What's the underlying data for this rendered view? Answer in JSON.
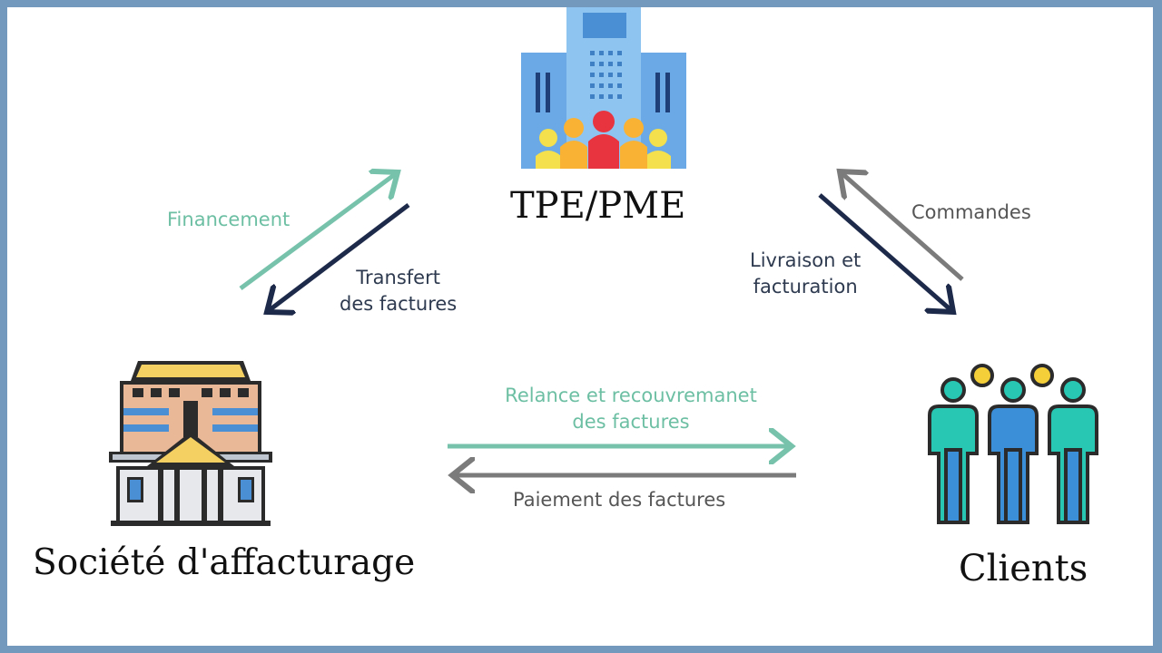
{
  "nodes": {
    "sme": {
      "label": "TPE/PME"
    },
    "factor": {
      "label": "Société d'affacturage"
    },
    "clients": {
      "label": "Clients"
    }
  },
  "flows": {
    "financing": {
      "label": "Financement",
      "color": "#76c2ab"
    },
    "invoice_transfer": {
      "line1": "Transfert",
      "line2": "des factures",
      "color": "#1e2a4a"
    },
    "orders": {
      "label": "Commandes",
      "color": "#7b7b7b"
    },
    "delivery": {
      "line1": "Livraison et",
      "line2": "facturation",
      "color": "#1e2a4a"
    },
    "collection": {
      "line1": "Relance et recouvremanet",
      "line2": "des factures",
      "color": "#76c2ab"
    },
    "payment": {
      "label": "Paiement des factures",
      "color": "#7b7b7b"
    }
  }
}
